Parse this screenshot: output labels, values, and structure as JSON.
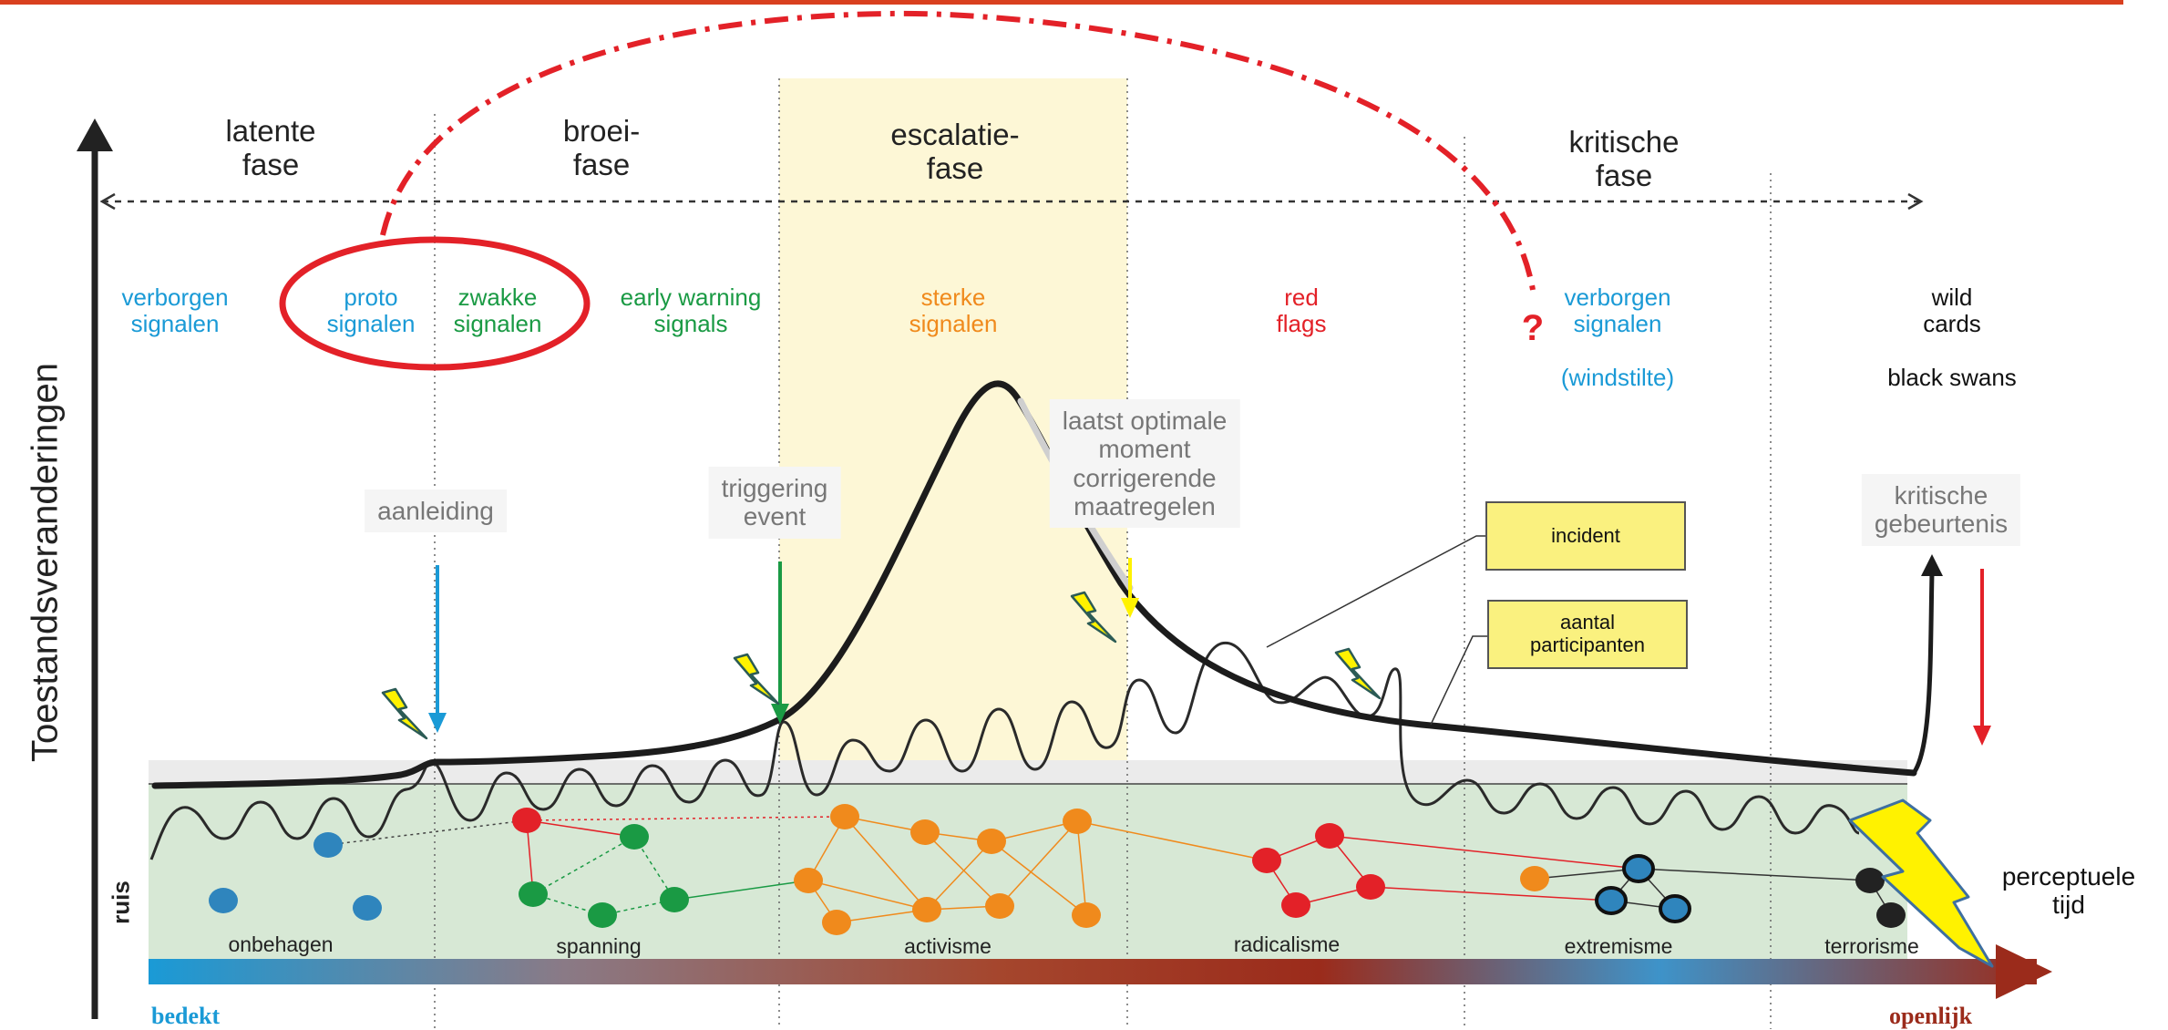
{
  "diagram": {
    "y_axis_label": "Toestandsveranderingen",
    "noise_label": "ruis",
    "phases": {
      "latent": "latente\nfase",
      "brooding": "broei-\nfase",
      "escalation": "escalatie-\nfase",
      "critical": "kritische\nfase"
    },
    "signals": {
      "hidden_left": "verborgen\nsignalen",
      "proto": "proto\nsignalen",
      "weak": "zwakke\nsignalen",
      "early_warning": "early warning\nsignals",
      "strong": "sterke\nsignalen",
      "red_flags": "red\nflags",
      "hidden_right": "verborgen\nsignalen",
      "calm": "(windstilte)",
      "wild_cards": "wild\ncards",
      "black_swans": "black swans",
      "question_mark": "?"
    },
    "callouts": {
      "occasion": "aanleiding",
      "trigger": "triggering\nevent",
      "last_moment": "laatst optimale\nmoment\ncorrigerende\nmaatregelen",
      "critical_event": "kritische\ngebeurtenis"
    },
    "boxes": {
      "incident": "incident",
      "participants": "aantal\nparticipanten"
    },
    "categories": [
      "onbehagen",
      "spanning",
      "activisme",
      "radicalisme",
      "extremisme",
      "terrorisme"
    ],
    "time_axis": {
      "label": "perceptuele\ntijd",
      "start": "bedekt",
      "end": "openlijk"
    },
    "colors": {
      "top_rule": "#d9401f",
      "escalation_band": "#fdf7d6",
      "noise_band": "#d7e8d5",
      "blue_signal": "#1a9ad6",
      "green_signal": "#1a9a44",
      "orange_signal": "#f08a1c",
      "red_signal": "#e32128",
      "dark_node": "#222222",
      "blue_node": "#2f85bd",
      "bolt": "#fff200",
      "start_color": "#1a9ad6",
      "end_color": "#9b2b1b"
    }
  }
}
